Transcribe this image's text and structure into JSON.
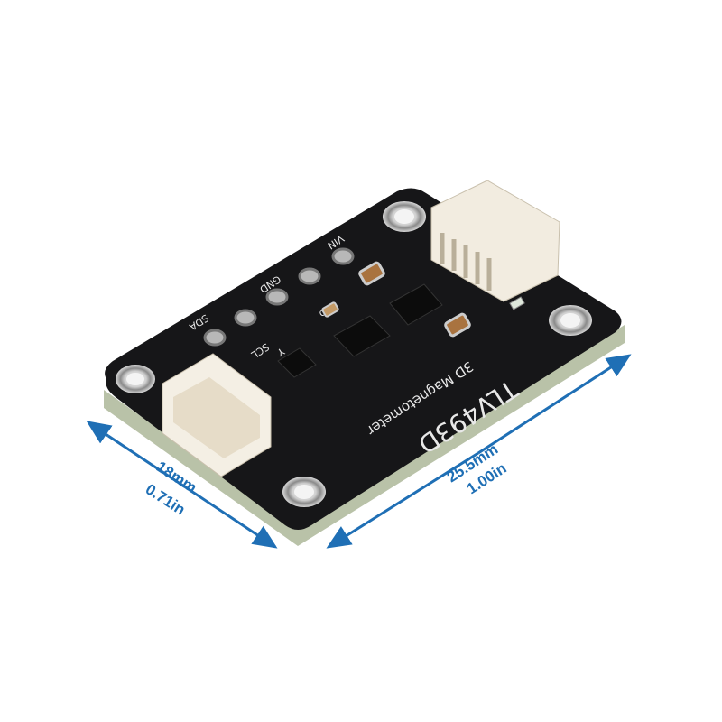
{
  "product": {
    "chip_label": "TLV493D",
    "subtitle": "3D Magnetometer",
    "pins": [
      "SDA",
      "GND",
      "SCL",
      "3Vo",
      "VIN"
    ],
    "axis_mark": "Y"
  },
  "dimensions": {
    "width_mm": "18mm",
    "width_in": "0.71in",
    "length_mm": "25.5mm",
    "length_in": "1.00in"
  },
  "colors": {
    "pcb": "#161618",
    "dimension_line": "#1f6fb5",
    "connector": "#f2ece0"
  }
}
